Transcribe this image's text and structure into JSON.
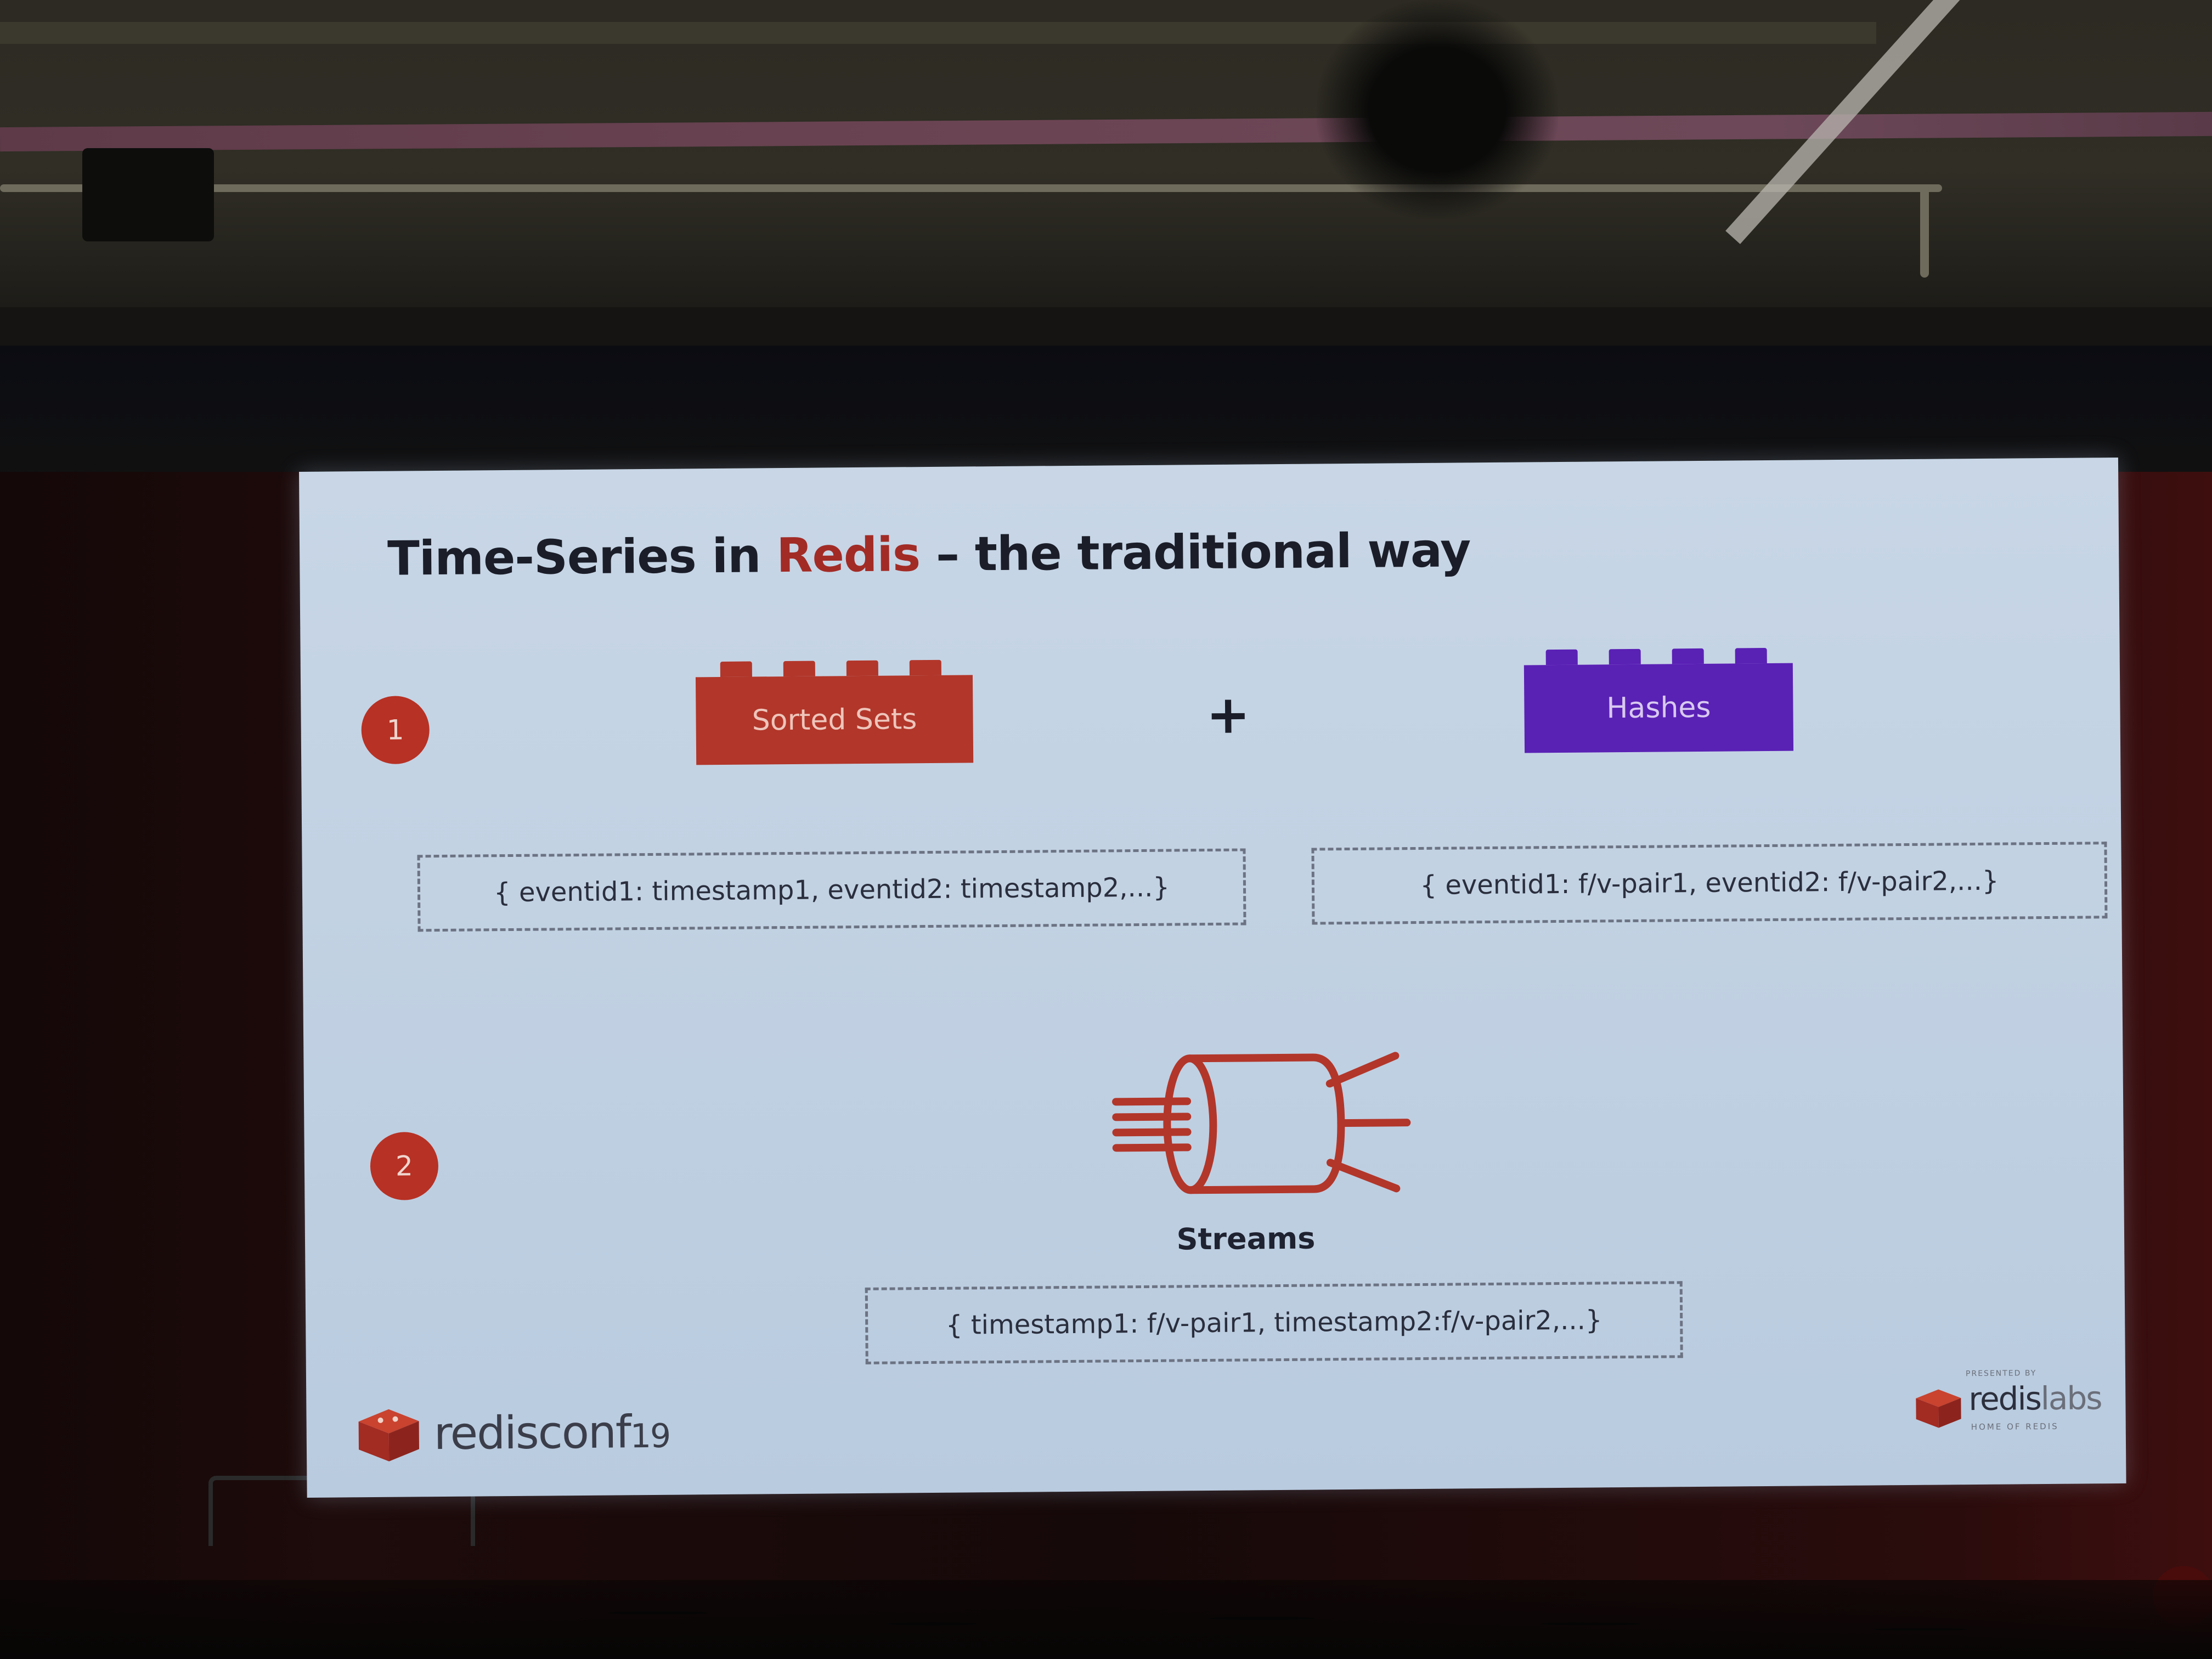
{
  "slide": {
    "title_part1": "Time-Series in ",
    "title_accent": "Redis",
    "title_part2": " – the traditional way",
    "section1_number": "1",
    "section2_number": "2",
    "brick_sorted_sets": "Sorted Sets",
    "brick_hashes": "Hashes",
    "plus_sign": "+",
    "sorted_sets_example": "{ eventid1: timestamp1, eventid2: timestamp2,...}",
    "hashes_example": "{ eventid1: f/v-pair1, eventid2: f/v-pair2,...}",
    "streams_label": "Streams",
    "streams_example": "{ timestamp1: f/v-pair1, timestamp2:f/v-pair2,...}"
  },
  "branding": {
    "conf_name": "redisconf",
    "conf_year": "19",
    "presented_by": "PRESENTED BY",
    "labs_bold": "redis",
    "labs_light": "labs",
    "labs_tagline": "HOME OF REDIS"
  },
  "colors": {
    "redis_red": "#b2362a",
    "hashes_purple": "#5a21b5",
    "slide_background": "#c4d3e4",
    "title_text": "#1b1e29"
  },
  "icons": [
    "redis-cube-icon",
    "streams-icon"
  ]
}
